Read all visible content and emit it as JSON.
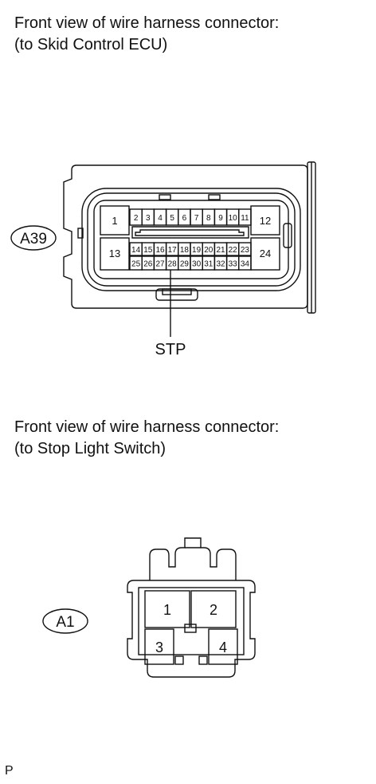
{
  "connector_a39": {
    "caption_line1": "Front view of wire harness connector:",
    "caption_line2": "(to Skid Control ECU)",
    "tag": "A39",
    "big_pins": {
      "top_left": "1",
      "bottom_left": "13",
      "top_right": "12",
      "bottom_right": "24"
    },
    "pins_row1": [
      "2",
      "3",
      "4",
      "5",
      "6",
      "7",
      "8",
      "9",
      "10",
      "11"
    ],
    "pins_row2": [
      "14",
      "15",
      "16",
      "17",
      "18",
      "19",
      "20",
      "21",
      "22",
      "23"
    ],
    "pins_row3": [
      "25",
      "26",
      "27",
      "28",
      "29",
      "30",
      "31",
      "32",
      "33",
      "34"
    ],
    "callout_label": "STP",
    "callout_pin": "28"
  },
  "connector_a1": {
    "caption_line1": "Front view of wire harness connector:",
    "caption_line2": "(to Stop Light Switch)",
    "tag": "A1",
    "pins": [
      "1",
      "2",
      "3",
      "4"
    ]
  },
  "footer_mark": "P"
}
